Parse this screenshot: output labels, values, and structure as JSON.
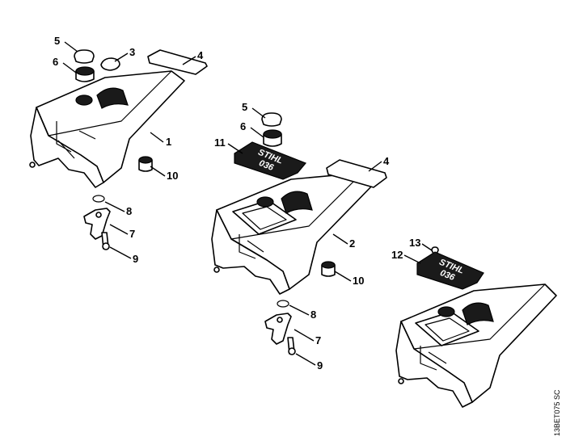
{
  "labels": {
    "l5a": "5",
    "l6a": "6",
    "l3": "3",
    "l4a": "4",
    "l1": "1",
    "l10a": "10",
    "l8a": "8",
    "l7a": "7",
    "l9a": "9",
    "l5b": "5",
    "l6b": "6",
    "l11": "11",
    "l4b": "4",
    "l2": "2",
    "l10b": "10",
    "l8b": "8",
    "l7b": "7",
    "l9b": "9",
    "l13": "13",
    "l12": "12"
  },
  "decals": {
    "decal_11": [
      "STIHL",
      "036"
    ],
    "decal_12": [
      "STIHL",
      "036"
    ]
  },
  "reference_code": "13BET075 SC",
  "colors": {
    "line": "#000000",
    "background": "#ffffff"
  }
}
